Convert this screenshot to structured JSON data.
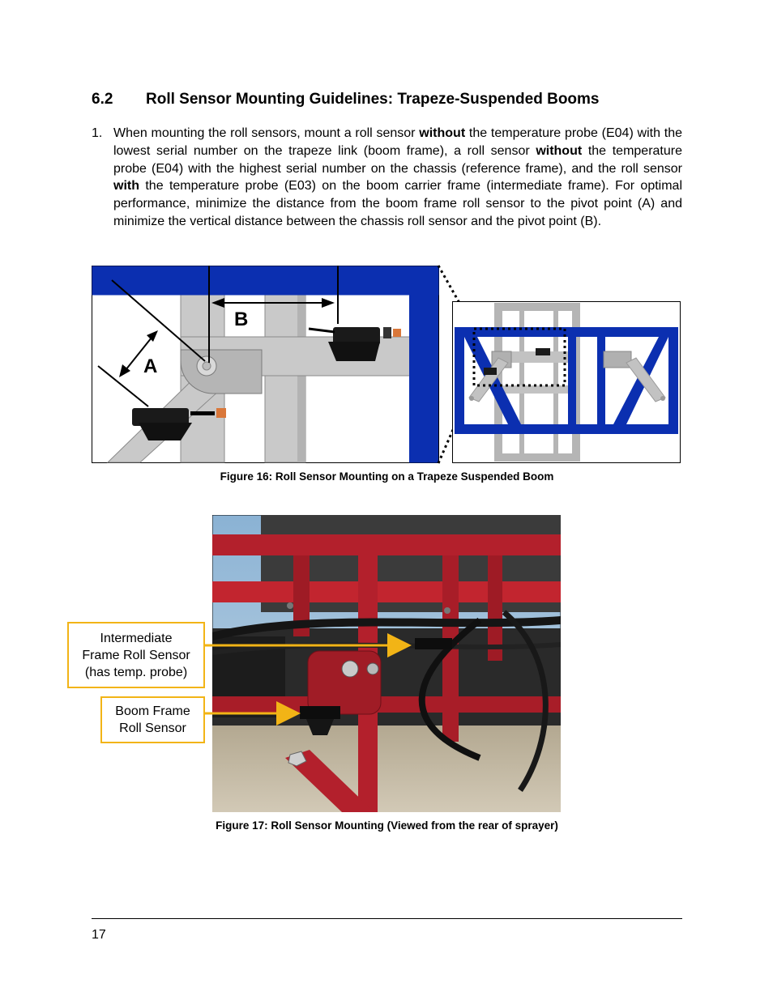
{
  "section": {
    "number": "6.2",
    "title": "Roll Sensor Mounting Guidelines: Trapeze-Suspended Booms"
  },
  "step1": {
    "marker": "1.",
    "t1": "When mounting the roll sensors, mount a roll sensor ",
    "b1": "without",
    "t2": " the temperature probe (E04) with the lowest serial number on the trapeze link (boom frame), a roll sensor ",
    "b2": "without",
    "t3": " the temperature probe (E04) with the highest serial number on the chassis (reference frame),  and the roll sensor ",
    "b3": "with",
    "t4": " the temperature probe (E03) on the boom carrier frame (intermediate frame).  For optimal performance, minimize the distance from the boom frame roll sensor to the pivot point (A) and minimize the vertical distance between the chassis roll sensor and the pivot point (B)."
  },
  "figure16": {
    "label_a": "A",
    "label_b": "B",
    "caption": "Figure 16: Roll Sensor Mounting on a Trapeze Suspended Boom"
  },
  "figure17": {
    "callout_intermediate": [
      "Intermediate",
      "Frame Roll Sensor",
      "(has temp. probe)"
    ],
    "callout_boom": [
      "Boom Frame",
      "Roll Sensor"
    ],
    "caption": "Figure 17: Roll Sensor Mounting (Viewed from the rear of sprayer)"
  },
  "footer": {
    "page_number": "17"
  },
  "colors": {
    "frame_blue": "#0b2fb0",
    "frame_gray": "#c4c4c4",
    "callout_yellow": "#f2b416",
    "frame_red": "#b3202c"
  }
}
